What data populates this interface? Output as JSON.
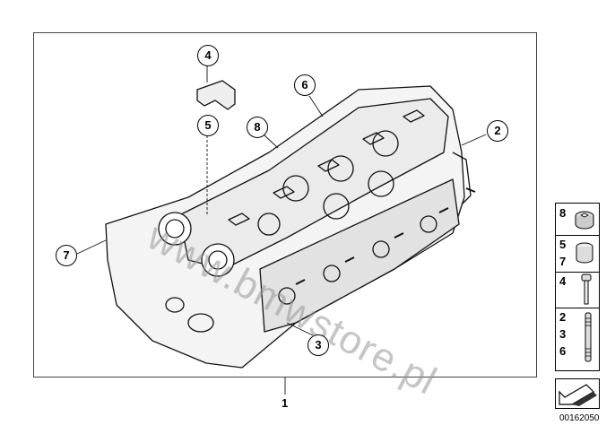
{
  "watermark": "www.bmwstore.pl",
  "assembly_label": "1",
  "callouts": [
    "4",
    "5",
    "6",
    "8",
    "2",
    "7",
    "3"
  ],
  "legend": {
    "rows": [
      {
        "numbers": [
          "8"
        ],
        "icon": "hex-socket-cap-icon"
      },
      {
        "numbers": [
          "5",
          "7"
        ],
        "icon": "sleeve-bushing-icon"
      },
      {
        "numbers": [
          "4"
        ],
        "icon": "bolt-icon"
      },
      {
        "numbers": [
          "2",
          "3",
          "6"
        ],
        "icon": "stud-icon"
      }
    ]
  },
  "nav_icon": "diagonal-arrow-icon",
  "part_number": "00162050"
}
